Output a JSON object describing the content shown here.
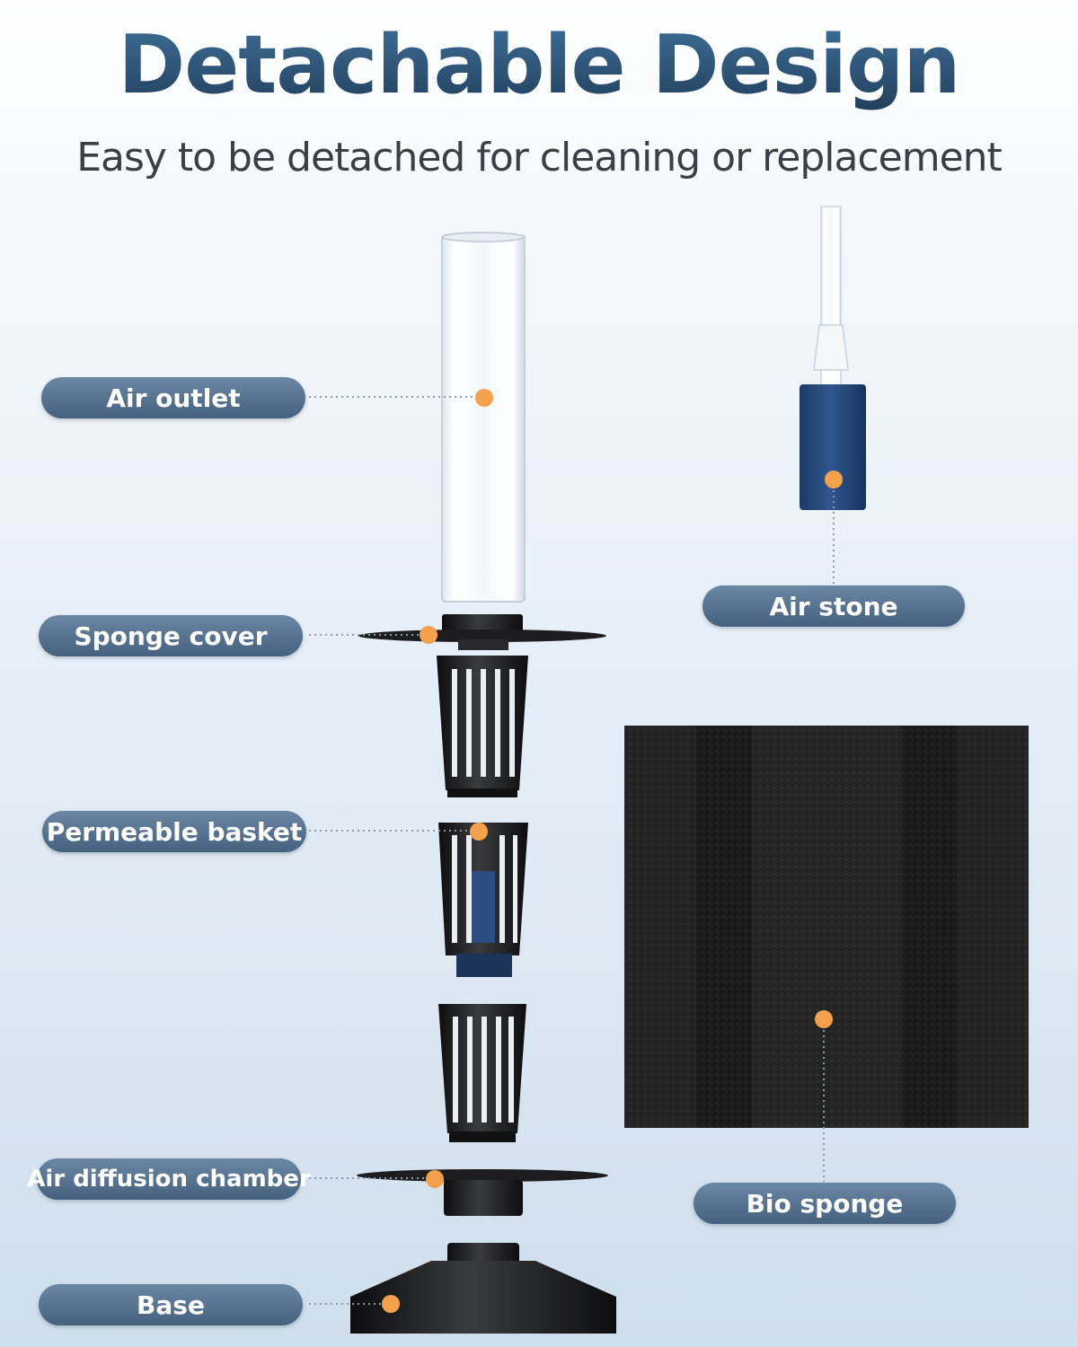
{
  "header": {
    "title": "Detachable Design",
    "subtitle": "Easy to be detached for cleaning or replacement"
  },
  "labels": {
    "air_outlet": "Air outlet",
    "sponge_cover": "Sponge cover",
    "permeable_basket": "Permeable basket",
    "air_diffusion_chamber": "Air diffusion chamber",
    "base": "Base",
    "air_stone": "Air stone",
    "bio_sponge": "Bio sponge"
  },
  "colors": {
    "title": "#2a4c6c",
    "pill": "#55708d",
    "marker": "#f5a04a",
    "part_black": "#1c1c1e",
    "air_stone_blue": "#264a7e"
  }
}
